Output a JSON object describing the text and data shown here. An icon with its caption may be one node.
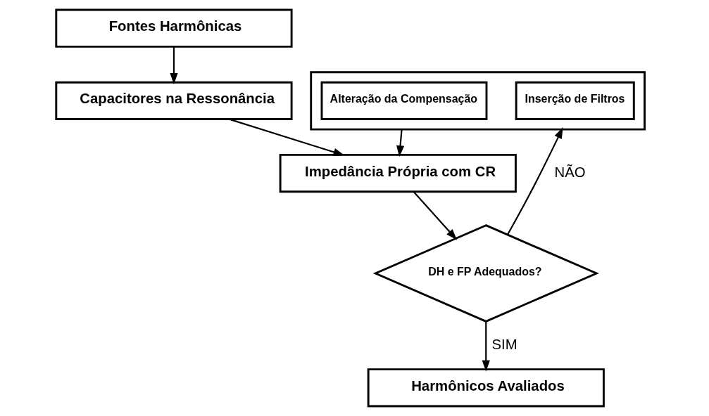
{
  "diagram": {
    "nodes": [
      {
        "text": [
          "Fontes Harmônicas"
        ]
      },
      {
        "text": [
          "Capacitores na Ressonância"
        ]
      },
      {
        "text": [
          "Impedância Própria com CR"
        ]
      },
      {
        "text": [],
        "shape": "box"
      },
      {
        "text": [
          "Alteração da Compensação"
        ],
        "in": 3
      },
      {
        "text": [
          "Inserção de Filtros"
        ],
        "in": 3
      },
      {
        "text": [
          "DH e FP Adequados?"
        ]
      },
      {
        "text": [
          "Harmônicos Avaliados"
        ]
      }
    ],
    "edges": [
      {
        "from": 0,
        "to": 1,
        "arrow": "to"
      },
      {
        "from": 1,
        "to": 2,
        "arrow": "to"
      },
      {
        "from": 3,
        "to": 2,
        "arrow": "to"
      },
      {
        "from": 2,
        "to": 6,
        "arrow": "to"
      },
      {
        "from": 6,
        "to": 3,
        "arrow": "to",
        "label": "NÃO"
      },
      {
        "from": 6,
        "to": 7,
        "arrow": "to",
        "label": "SIM"
      }
    ]
  }
}
